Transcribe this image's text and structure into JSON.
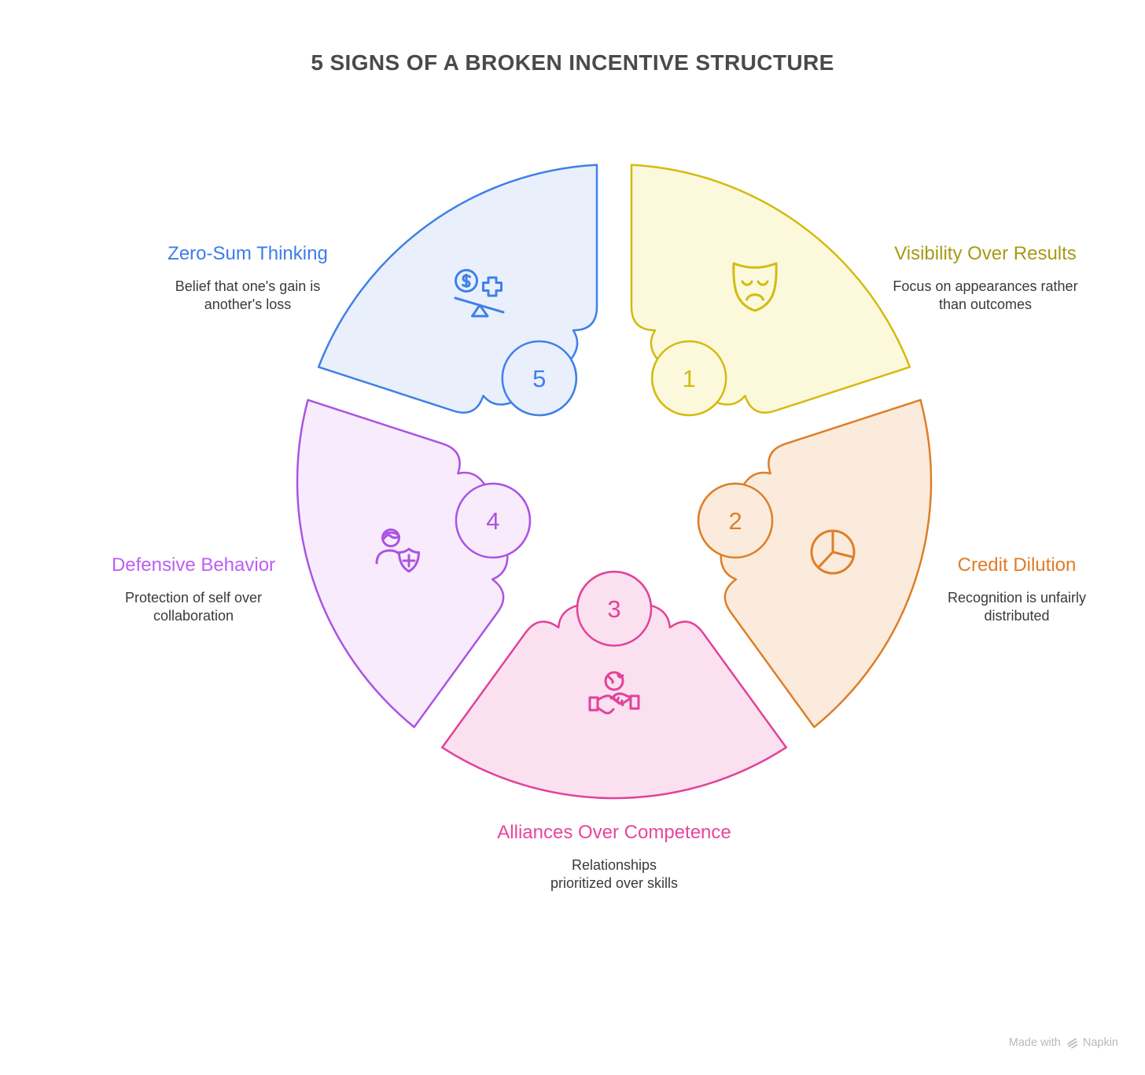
{
  "title": "5 SIGNS OF A BROKEN INCENTIVE STRUCTURE",
  "colors": {
    "main_title": "#4A4A4A",
    "description_text": "#3A3A3A",
    "background": "#FFFFFF",
    "watermark": "#B9B9B9"
  },
  "watermark": {
    "prefix": "Made with",
    "brand": "Napkin"
  },
  "segments": [
    {
      "number": "1",
      "title": "Visibility Over Results",
      "description": "Focus on appearances rather than outcomes",
      "icon": "theater-mask-icon",
      "stroke": "#D2BC10",
      "fill": "#FCF8DC",
      "title_color": "#A89A14"
    },
    {
      "number": "2",
      "title": "Credit Dilution",
      "description": "Recognition is unfairly distributed",
      "icon": "pie-chart-icon",
      "stroke": "#DE7E28",
      "fill": "#FBEBDC",
      "title_color": "#E07C26"
    },
    {
      "number": "3",
      "title": "Alliances Over Competence",
      "description": "Relationships prioritized over skills",
      "icon": "handshake-icon",
      "stroke": "#E0439A",
      "fill": "#FBE0F0",
      "title_color": "#E8459D"
    },
    {
      "number": "4",
      "title": "Defensive Behavior",
      "description": "Protection of self over collaboration",
      "icon": "person-shield-icon",
      "stroke": "#AB53E4",
      "fill": "#F8ECFC",
      "title_color": "#BD5EF2"
    },
    {
      "number": "5",
      "title": "Zero-Sum Thinking",
      "description": "Belief that one's gain is another's loss",
      "icon": "balance-icon",
      "stroke": "#4080E8",
      "fill": "#E9F0FC",
      "title_color": "#3D7DE8"
    }
  ]
}
